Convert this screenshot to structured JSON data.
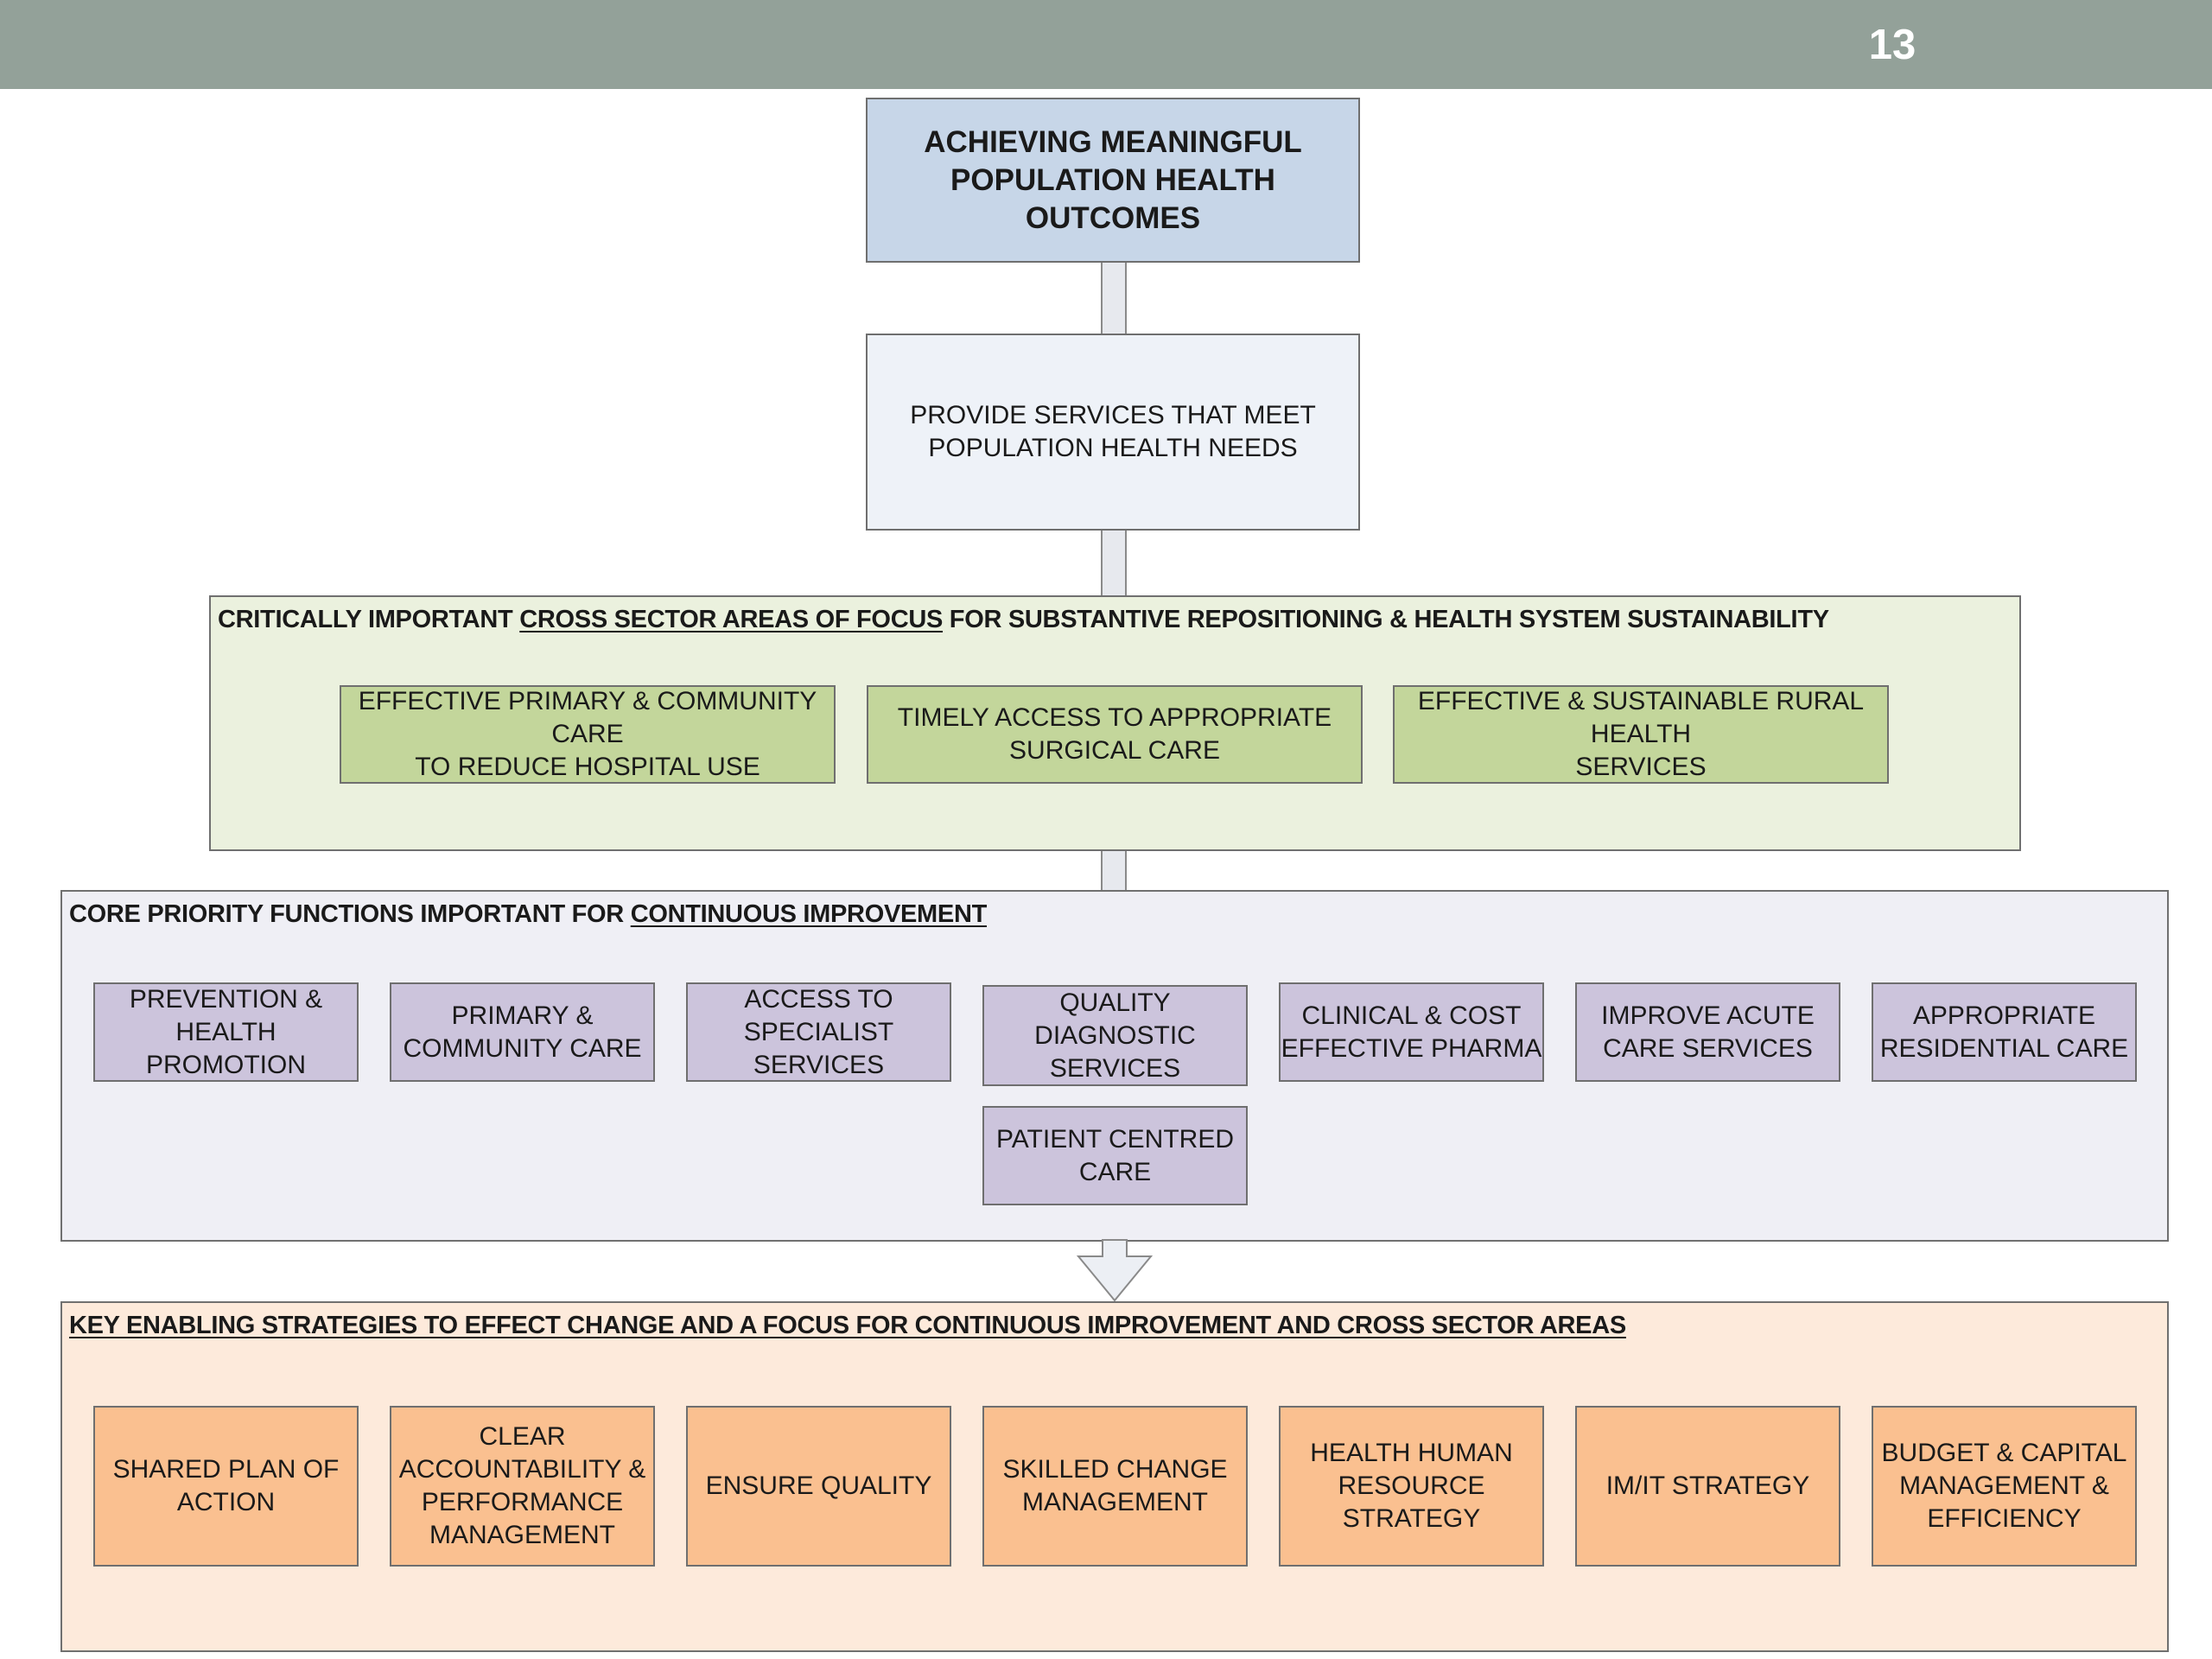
{
  "slide": {
    "number": "13"
  },
  "goal": {
    "text": "ACHIEVING MEANINGFUL\nPOPULATION HEALTH OUTCOMES"
  },
  "services": {
    "text": "PROVIDE SERVICES THAT MEET\nPOPULATION HEALTH NEEDS"
  },
  "cross_sector": {
    "title_pre": "CRITICALLY IMPORTANT ",
    "title_underlined": "CROSS SECTOR AREAS OF FOCUS",
    "title_post": " FOR SUBSTANTIVE REPOSITIONING & HEALTH SYSTEM SUSTAINABILITY",
    "items": [
      "EFFECTIVE PRIMARY & COMMUNITY CARE\nTO REDUCE HOSPITAL USE",
      "TIMELY ACCESS TO APPROPRIATE\nSURGICAL CARE",
      "EFFECTIVE & SUSTAINABLE RURAL HEALTH\nSERVICES"
    ]
  },
  "core": {
    "title_pre": "CORE PRIORITY FUNCTIONS IMPORTANT FOR ",
    "title_underlined": "CONTINUOUS IMPROVEMENT",
    "items": [
      "PREVENTION &\nHEALTH PROMOTION",
      "PRIMARY &\nCOMMUNITY CARE",
      "ACCESS TO\nSPECIALIST SERVICES",
      "QUALITY DIAGNOSTIC\nSERVICES",
      "CLINICAL & COST\nEFFECTIVE PHARMA",
      "IMPROVE ACUTE\nCARE SERVICES",
      "APPROPRIATE\nRESIDENTIAL CARE",
      "PATIENT CENTRED\nCARE"
    ]
  },
  "enabling": {
    "title": "KEY ENABLING STRATEGIES TO EFFECT CHANGE AND A FOCUS FOR CONTINUOUS IMPROVEMENT AND CROSS SECTOR AREAS",
    "items": [
      "SHARED PLAN OF\nACTION",
      "CLEAR\nACCOUNTABILITY &\nPERFORMANCE\nMANAGEMENT",
      "ENSURE QUALITY",
      "SKILLED CHANGE\nMANAGEMENT",
      "HEALTH HUMAN\nRESOURCE\nSTRATEGY",
      "IM/IT STRATEGY",
      "BUDGET & CAPITAL\nMANAGEMENT &\nEFFICIENCY"
    ]
  },
  "colors": {
    "header_bar": "#93a199",
    "goal_fill": "#c7d6e8",
    "services_fill": "#eef2f8",
    "cross_sector_panel": "#ebf1de",
    "cross_sector_box": "#c3d69b",
    "core_panel": "#efeff5",
    "core_box": "#ccc4dc",
    "enabling_panel": "#fdeadb",
    "enabling_box": "#fac090"
  }
}
